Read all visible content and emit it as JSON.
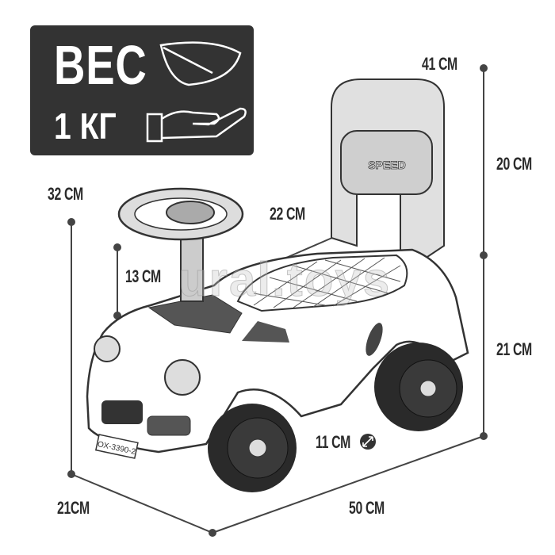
{
  "weight": {
    "title": "ВЕС",
    "value": "1 КГ",
    "icons": [
      "feather-icon",
      "hand-icon"
    ]
  },
  "dimensions": {
    "total_height": "41 CM",
    "backrest_height": "20 CM",
    "seat_height": "21 CM",
    "steering_height": "32 CM",
    "column_height": "13 CM",
    "seat_length": "22 CM",
    "wheel_diameter": "11 CM",
    "width": "21CM",
    "length": "50 CM"
  },
  "product": {
    "plate": "OX-3390-2",
    "backrest_badge": "SPEED",
    "watermark": "ural.toys"
  },
  "colors": {
    "box": "#333333",
    "line": "#444444",
    "body": "#ffffff",
    "wheel": "#2a2a2a"
  }
}
